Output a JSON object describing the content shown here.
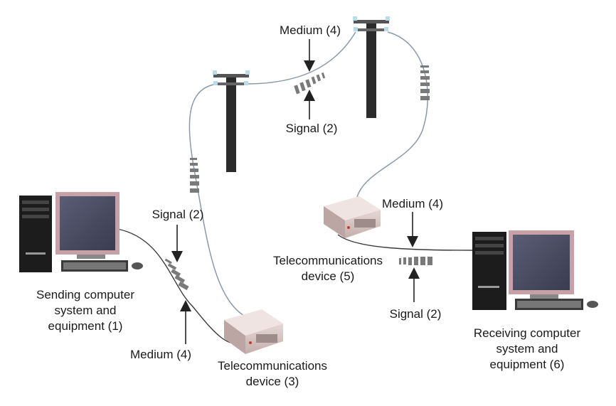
{
  "labels": {
    "medium_top": "Medium (4)",
    "signal_top": "Signal (2)",
    "signal_left": "Signal (2)",
    "medium_left": "Medium (4)",
    "medium_right": "Medium (4)",
    "signal_right": "Signal (2)",
    "sender": [
      "Sending computer",
      "system and",
      "equipment (1)"
    ],
    "device3": [
      "Telecommunications",
      "device (3)"
    ],
    "device5": [
      "Telecommunications",
      "device (5)"
    ],
    "receiver": [
      "Receiving computer",
      "system and",
      "equipment (6)"
    ]
  },
  "colors": {
    "cable": "#8a9aa8",
    "signal": "#7a7a7a",
    "monitor_frame": "#c7a0a8",
    "monitor_screen": "#4a4d63",
    "tower": "#1c1c1c",
    "pole": "#2b2b2b",
    "device_body": "#d9c7c4",
    "arrow": "#222222"
  },
  "icons": [
    "desktop-computer-icon",
    "utility-pole-icon",
    "modem-icon",
    "signal-wave-icon"
  ]
}
